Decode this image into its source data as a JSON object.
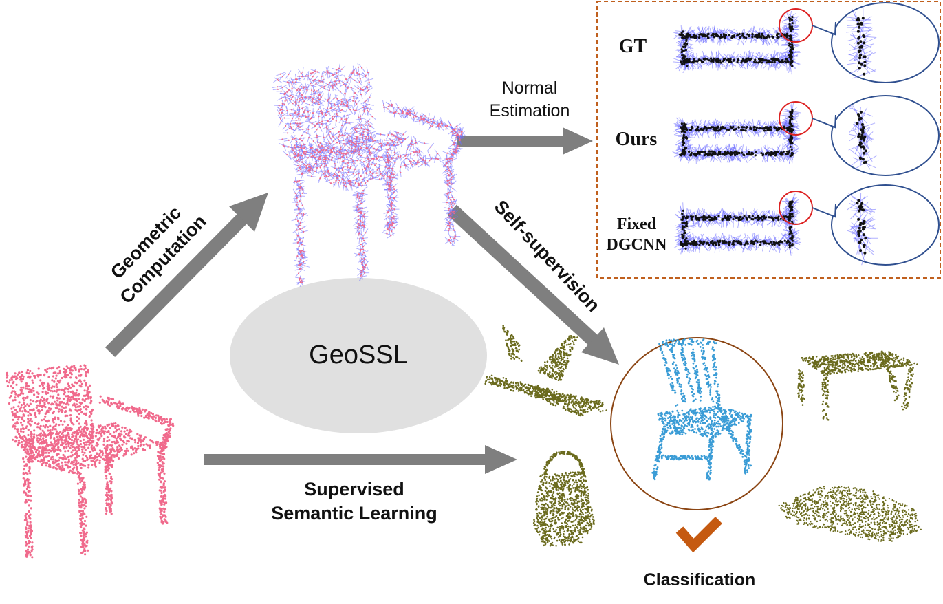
{
  "center_label": "GeoSSL",
  "edges": {
    "geometric": [
      "Geometric",
      "Computation"
    ],
    "normal": [
      "Normal",
      "Estimation"
    ],
    "self_supervision": "Self-supervision",
    "supervised": [
      "Supervised",
      "Semantic Learning"
    ],
    "classification": "Classification"
  },
  "comparison_panel": {
    "rows": [
      {
        "label_lines": [
          "GT"
        ]
      },
      {
        "label_lines": [
          "Ours"
        ]
      },
      {
        "label_lines": [
          "Fixed",
          "DGCNN"
        ]
      }
    ]
  },
  "colors": {
    "arrow": "#7f7f7f",
    "input_points": "#f06a8c",
    "normal_lines": "#7070ff",
    "target_points": "#3a9cd6",
    "other_points": "#6b6b1e",
    "highlight_circle": "#dd2222",
    "zoom_ellipse": "#2f4f8f",
    "panel_border": "#c0601e",
    "classification_circle": "#8b4513",
    "checkmark": "#c55a11",
    "center_ellipse": "#e0e0e0"
  }
}
